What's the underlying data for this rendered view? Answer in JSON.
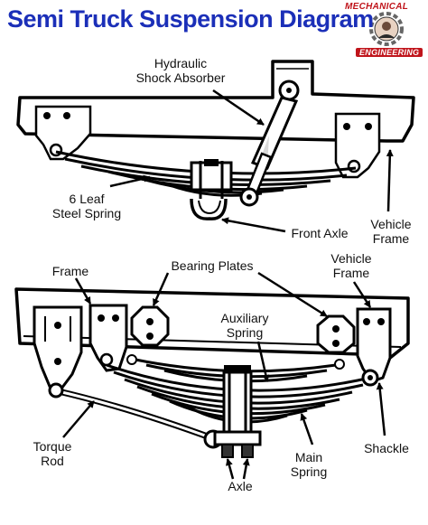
{
  "title": "Semi Truck Suspension Diagram",
  "logo": {
    "top_text": "MECHANICAL",
    "bottom_text": "ENGINEERING",
    "brand_color": "#c0141b"
  },
  "title_color": "#1b2fb8",
  "top_diagram": {
    "shock_label": [
      "Hydraulic",
      "Shock Absorber"
    ],
    "spring_label": [
      "6 Leaf",
      "Steel Spring"
    ],
    "axle_label": "Front Axle",
    "frame_label": [
      "Vehicle",
      "Frame"
    ]
  },
  "bottom_diagram": {
    "frame_label": "Frame",
    "bearing_label": "Bearing Plates",
    "vehicle_frame_label": [
      "Vehicle",
      "Frame"
    ],
    "aux_spring_label": [
      "Auxiliary",
      "Spring"
    ],
    "torque_rod_label": [
      "Torque",
      "Rod"
    ],
    "main_spring_label": [
      "Main",
      "Spring"
    ],
    "shackle_label": "Shackle",
    "axle_label": "Axle"
  }
}
